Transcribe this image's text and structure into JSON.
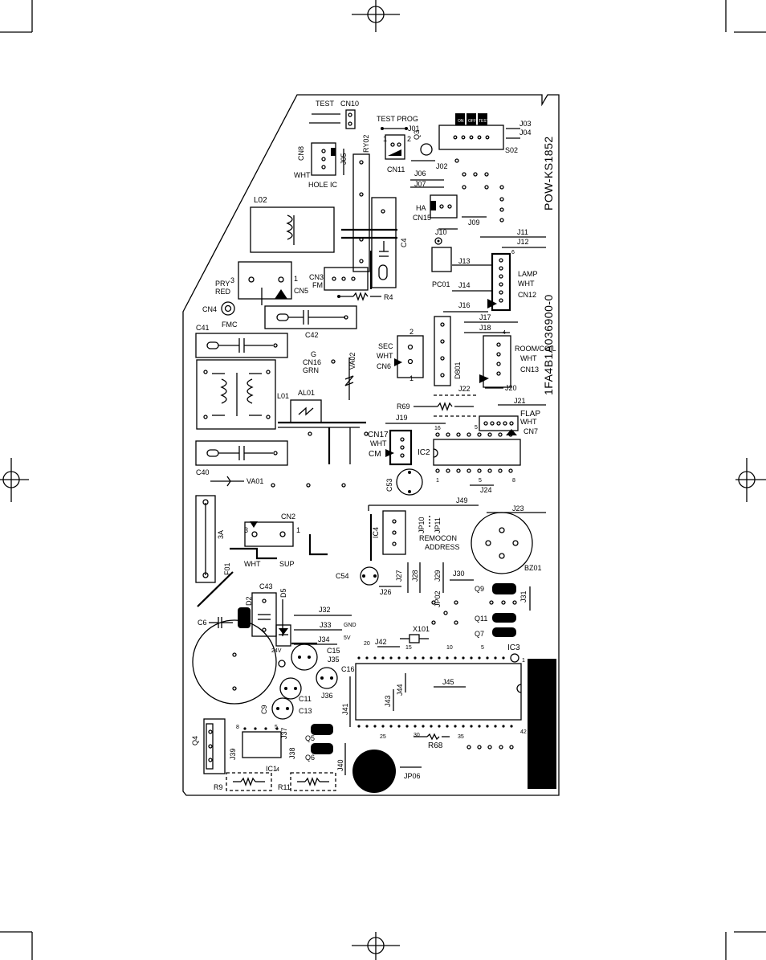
{
  "board_code": "POW-KS1852",
  "part_number": "1FA4B1A036900-0",
  "labels": {
    "test": "TEST",
    "cn10": "CN10",
    "test_prog": "TEST PROG",
    "j01": "J01",
    "on": "ON",
    "off": "OFF",
    "test_sw": "TEST",
    "j03": "J03",
    "j04": "J04",
    "s02": "S02",
    "cn8": "CN8",
    "wht_hole": "WHT",
    "hole_ic": "HOLE IC",
    "j05": "J05",
    "ry02": "RY02",
    "cn11": "CN11",
    "pin1": "1",
    "pin2": "2",
    "q3": "Q3",
    "j02": "J02",
    "j06": "J06",
    "j07": "J07",
    "ha": "HA",
    "cn15": "CN15",
    "j09": "J09",
    "l02": "L02",
    "c4": "C4",
    "j10": "J10",
    "j11": "J11",
    "j12": "J12",
    "j13": "J13",
    "j14": "J14",
    "pc01": "PC01",
    "lamp": "LAMP",
    "wht_lamp": "WHT",
    "cn12": "CN12",
    "pin6": "6",
    "pry": "PRY",
    "red": "RED",
    "cn5": "CN5",
    "p3": "3",
    "p1": "1",
    "cn3": "CN3",
    "fm": "FM",
    "cn4": "CN4",
    "fmc": "FMC",
    "r4": "R4",
    "j16": "J16",
    "j17": "J17",
    "j18": "J18",
    "c41": "C41",
    "c42": "C42",
    "g": "G",
    "cn16": "CN16",
    "grn": "GRN",
    "va02": "VA02",
    "sec": "SEC",
    "wht_sec": "WHT",
    "cn6": "CN6",
    "p2sec": "2",
    "p1sec": "1",
    "d801": "D801",
    "room_coil": "ROOM/COIL",
    "wht_room": "WHT",
    "cn13": "CN13",
    "p4": "4",
    "l01": "L01",
    "al01": "AL01",
    "j20": "J20",
    "j21": "J21",
    "j22": "J22",
    "r69": "R69",
    "j19": "J19",
    "flap": "FLAP",
    "wht_flap": "WHT",
    "cn7": "CN7",
    "p5flap": "5",
    "cn17": "CN17",
    "wht_cm": "WHT",
    "cm": "CM",
    "p16": "16",
    "ic2": "IC2",
    "c40": "C40",
    "va01": "VA01",
    "c53": "C53",
    "ic2_1": "1",
    "ic2_5": "5",
    "ic2_8": "8",
    "j24": "J24",
    "j49": "J49",
    "j23": "J23",
    "cn2": "CN2",
    "p3a": "3",
    "p1a": "1",
    "fuse_rating": "3A",
    "wht_sup": "WHT",
    "sup": "SUP",
    "f01": "F01",
    "ic4": "IC4",
    "jp10": "JP10",
    "jp11": "JP11",
    "remocon": "REMOCON",
    "address": "ADDRESS",
    "bz01": "BZ01",
    "c54": "C54",
    "j27": "J27",
    "j28": "J28",
    "j29": "J29",
    "j30": "J30",
    "j26": "J26",
    "jp02": "JP02",
    "q9": "Q9",
    "j31": "J31",
    "q11": "Q11",
    "q7": "Q7",
    "c43": "C43",
    "d2": "D2",
    "d5": "D5",
    "j32": "J32",
    "j33": "J33",
    "gnd": "GND",
    "c6": "C6",
    "x101": "X101",
    "five_v": "5V",
    "twenty_four_v": "24V",
    "j34": "J34",
    "c15": "C15",
    "ic3_20": "20",
    "j42": "J42",
    "ic3_15": "15",
    "ic3_10": "10",
    "ic3_5": "5",
    "ic3": "IC3",
    "ic3_1": "1",
    "j35": "J35",
    "c16": "C16",
    "j36": "J36",
    "c11": "C11",
    "c9": "C9",
    "c13": "C13",
    "j44": "J44",
    "j45": "J45",
    "j43": "J43",
    "j41": "J41",
    "ic3_25": "25",
    "ic3_30": "30",
    "ic3_35": "35",
    "ic3_42": "42",
    "r68": "R68",
    "q4": "Q4",
    "j39": "J39",
    "pin8": "8",
    "pin5": "5",
    "j37": "J37",
    "j38": "J38",
    "q5": "Q5",
    "q6": "Q6",
    "ic1": "IC1",
    "pin4": "4",
    "j40": "J40",
    "jp06": "JP06",
    "r9": "R9",
    "r11": "R11"
  }
}
